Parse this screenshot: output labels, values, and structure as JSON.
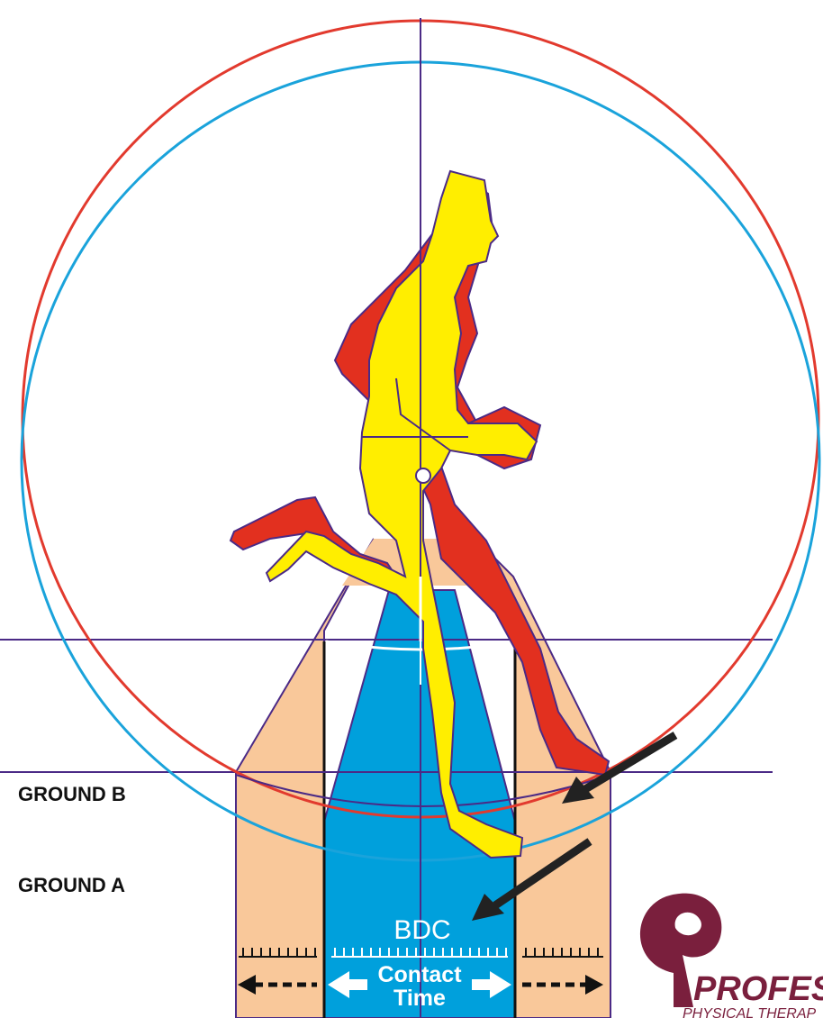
{
  "labels": {
    "ground_b": "GROUND B",
    "ground_a": "GROUND A",
    "bdc": "BDC",
    "contact_line1": "Contact",
    "contact_line2": "Time"
  },
  "logo": {
    "wordmark": "PROFESS",
    "tagline": "PHYSICAL THERAP"
  },
  "colors": {
    "outer_circle": "#e23a2e",
    "inner_circle": "#1aa3db",
    "runner_front": "#ffee00",
    "runner_back": "#e2301f",
    "contact_zone": "#00a0dc",
    "side_zone": "#f9c89a",
    "guide_line": "#4b2a86",
    "logo": "#7a1f3d"
  }
}
